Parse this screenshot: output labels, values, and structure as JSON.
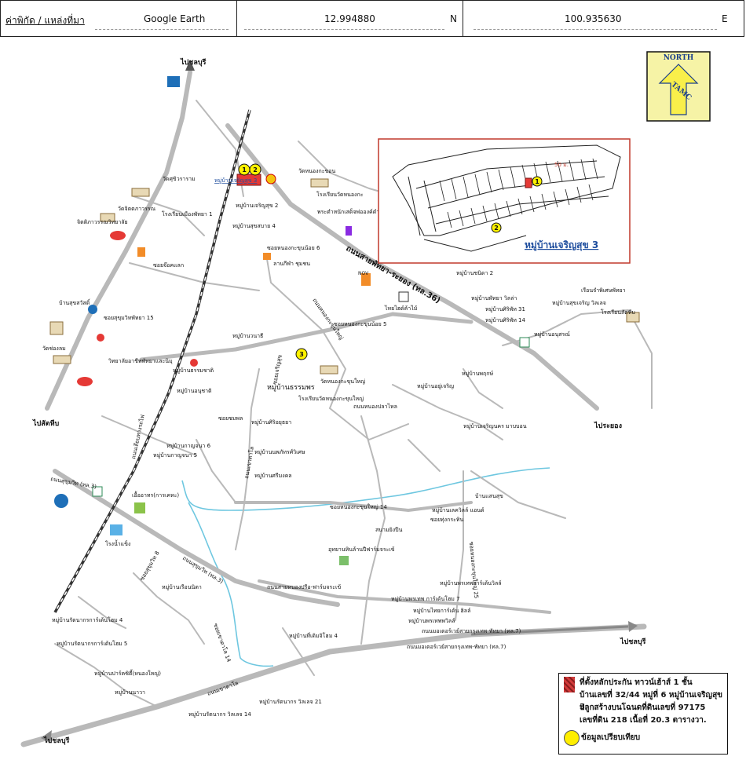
{
  "header": {
    "coord_label": "ค่าพิกัด / แหล่งที่มา",
    "source": "Google Earth",
    "lat": "12.994880",
    "lat_dir": "N",
    "lng": "100.935630",
    "lng_dir": "E"
  },
  "north_box": {
    "north": "NORTH",
    "tamc": "TAMC",
    "color": "#f6f3a6"
  },
  "inset": {
    "title": "หมู่บ้านเจริญสุข 3",
    "scale": "50 ม.",
    "marker1": "1",
    "marker2": "2"
  },
  "markers": {
    "m1": "1",
    "m2": "2",
    "m3": "3"
  },
  "labels": {
    "prachinburi": "ไปชลบุรี",
    "to_sattahip": "ไปสัตหีบ",
    "to_rayong": "ไประยอง",
    "to_chonburi_right": "ไปชลบุรี",
    "to_chonburi_bottom": "ไปชลบุรี",
    "wat_sriwarn": "วัดศุขิวราราม",
    "wat_phattaya": "วัดจิตตภาวรรณ",
    "chit_college": "จิตติภาวรรณวิทยาลัย",
    "school_pattaya1": "โรงเรียนเมืองพัทยา 1",
    "moo_charoen3": "หมู่บ้านเจริญสุข 3",
    "moo_charoen2": "หมู่บ้านเจริญสุข 2",
    "moo_suksai4": "หมู่บ้านสุขสบาย 4",
    "wat_nongkrut": "วัดหนองกะขอน",
    "school_wat_nongkrut": "โรงเรียนวัดหนองกะ",
    "phra_tamnak": "พระตำหนักเสด็จพ่อองค์ดำ",
    "soi_nongkrut6": "ซอยหนองกะขุนน้อย 6",
    "lan_kila": "ลานกีฬา ชุมชน",
    "road_sukhumvit36": "ถนนสายพัทยา-ระยอง (ทล.36)",
    "soi_khotkham": "ซอยจ๊อคแลก",
    "soi_sukhumvit15": "ซอยสุขุมวิทพัทยา 15",
    "ban_suksawadi": "บ้านสุขสวัสดิ์",
    "wat_chongsanom": "วัดช่องลม",
    "school_pattaya_arch": "วิทยาลัยอาชีพพัทยาและนิมุ",
    "moo_chayanat": "หมู่บ้านชนิดา 2",
    "moo_pattaya": "หมู่บ้านพัทยา วิลล่า",
    "moo_siriwat31": "หมู่บ้านศิริพัท 31",
    "moo_siriwat14": "หมู่บ้านศิริพัท 14",
    "moo_suksamran": "หมู่บ้านสุขเจริญ วิลเลจ",
    "bansuan": "เรือนจำพิเศษพัทยา",
    "school_bansuan": "โรงเรียนสัตหีบ",
    "moo_anusin": "หมู่บ้านอนุสรณ์",
    "nong_khlet": "ซอยหนองกะขุนน้อย 5",
    "thai_tai": "ไทยไฮด์ค้าไม้",
    "moo_wanathi": "หมู่บ้านวนาธี",
    "moo_bangsong": "หมู่บ้านธรรมชาติ",
    "moo_thorn": "หมู่บ้านธรรมพร",
    "wat_nongkrut_yai": "วัดหนองกะขุนใหญ่",
    "school_nongkrut_yai": "โรงเรียนวัดหนองกะขุนใหญ่",
    "moo_anuchart": "หมู่บ้านอนุชาติ",
    "moo_bangkok_village": "หมู่บ้านอยู่เจริญ",
    "moo_thorn2": "หมู่บ้านพฤกษ์",
    "moo_nongpla": "ถนนหนองปลาไหล",
    "moo_chareonsuk_v": "หมู่บ้านเจริญนคร มาบบอน",
    "moo_siriwalai": "หมู่บ้านศิริอยุธยา",
    "moo_kanchana6": "หมู่บ้านกาญจนา 6",
    "moo_kanchana5": "หมู่บ้านกาญจนา 5",
    "moo_srimongkol": "หมู่บ้านศรีมงคล",
    "moo_nongkrut_wit": "หมู่บ้านนพภัทรศ์วิเศษ",
    "moo_sirimongkol2": "หมู่บ้านศรีมงคล",
    "restaurant": "เอื้ออาทร(การเคหะ)",
    "ice_factory": "โรงน้ำแข็ง",
    "road_sukhumvit_soi": "ถนนสุขุมวิท (ทล.3)",
    "rail": "ถนนเลียบทางรถไฟ",
    "soi_nongkrut_yai14": "ซอยหนองกะขุนใหญ่ 14",
    "ban_saensuk": "บ้านแสนสุข",
    "moo_lakeside": "หมู่บ้านเลควิลล์ แอนด์",
    "soi_krathin": "ซอยทุ่งกระทิน",
    "sanam_yingpuen": "สนามยิงปืน",
    "utthayan": "อุทยานหินล้านปีฟาร์มจระเข้",
    "road_nongprue": "ถนนสายหนองปรือ-ฟาร์มจระเข้",
    "moo_phrakhao": "หมู่บ้านพรเทพ การ์เด้นโฮม 7",
    "moo_thai_garden": "หมู่บ้านไทยการ์เด้น ฮิลล์",
    "moo_phrathep": "หมู่บ้านพรเทพพวิลล์",
    "moo_phrathep_garden": "หมู่บ้านพรเทพการ์เด้นวิลล์",
    "road_motorway": "ถนนมอเตอร์เวย์สายกรุงเทพ-พัทยา (ทล.7)",
    "road_motorway2": "ถนนมอเตอร์เวย์สายกรุงเทพ-พัทยา (ทล.7)",
    "road_sukhumvit3": "ถนนสุขุมวิท (ทล.3)",
    "soi_sukhumvit8": "ซอยสุขุมวิท 8",
    "moo_rungnapha": "หมู่บ้านเรือนนิตา",
    "moo_rattanakorn4": "หมู่บ้านรัตนากรการ์เด้นโฮม 4",
    "moo_rattanakorn5": "หมู่บ้านรัตนากรการ์เด้นโฮม 5",
    "moo_parkside": "หมู่บ้านปาร์คซิตี้(หนองใหญ่)",
    "moo_nawa": "หมู่บ้านนาวา",
    "moo_khaotalo": "หมู่บ้านที่เดิมจิโฮม 4",
    "soi_khaotalo14": "ซอยเขาตาโล 14",
    "moo_rattanakorn21": "หมู่บ้านรัตนากร วิลเลจ 21",
    "moo_rattanakorn14": "หมู่บ้านรัตนากร วิลเลจ 14",
    "soi_nongkrut_yai25": "ซอยหนองกะขุนใหญ่ 25",
    "soi_khaotalo": "ถนนเขาตาโล",
    "soi_sukhumvit_patt": "ซอยเจริญสุข",
    "road_nongkrut": "ถนนหนองกะขุนใหญ่",
    "soi_chomphon": "ซอยชมพล",
    "soi_nongtalo": "ถนนเขาตาโล",
    "nov": "NOV"
  },
  "legend": {
    "line1": "ที่ตั้งหลักประกัน ทาวน์เฮ้าส์ 1 ชั้น",
    "line2": "บ้านเลขที่ 32/44 หมู่ที่ 6 หมู่บ้านเจริญสุข 3",
    "line3": "ปลูกสร้างบนโฉนดที่ดินเลขที่ 97175",
    "line4": "เลขที่ดิน 218  เนื้อที่ 20.3 ตารางวา.",
    "line5": "ข้อมูลเปรียบเทียบ",
    "hatch_color": "#d23b3b",
    "dot_color": "#ffee00"
  },
  "colors": {
    "road": "#b9b9b9",
    "rail": "#333333",
    "river": "#6ec7e0",
    "inset_border": "#c0392b",
    "marker": "#fff200",
    "subject": "#e53935"
  }
}
